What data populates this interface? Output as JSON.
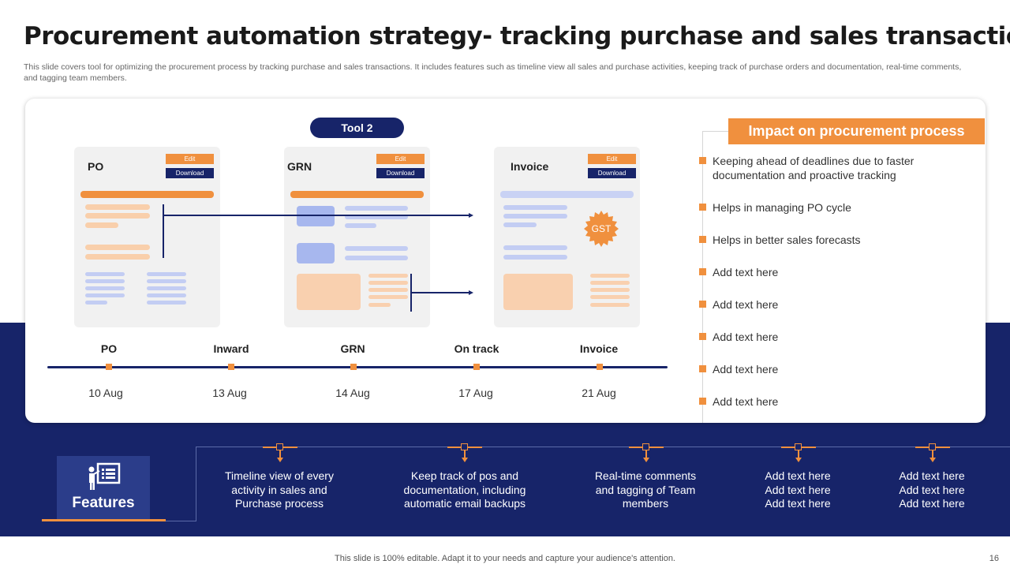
{
  "header": {
    "title": "Procurement automation strategy- tracking purchase and sales transactions",
    "subtitle": "This slide covers tool for optimizing the procurement process by tracking purchase and sales transactions. It includes features such as timeline view all sales and purchase activities, keeping track of purchase orders and documentation, real-time comments, and tagging team members."
  },
  "tool": {
    "label": "Tool 2"
  },
  "documents": [
    {
      "title": "PO",
      "edit_label": "Edit",
      "download_label": "Download"
    },
    {
      "title": "GRN",
      "edit_label": "Edit",
      "download_label": "Download"
    },
    {
      "title": "Invoice",
      "edit_label": "Edit",
      "download_label": "Download",
      "stamp": "GST"
    }
  ],
  "timeline": [
    {
      "label": "PO",
      "date": "10 Aug"
    },
    {
      "label": "Inward",
      "date": "13 Aug"
    },
    {
      "label": "GRN",
      "date": "14 Aug"
    },
    {
      "label": "On track",
      "date": "17 Aug"
    },
    {
      "label": "Invoice",
      "date": "21 Aug"
    }
  ],
  "impact": {
    "heading": "Impact on procurement process",
    "items": [
      "Keeping ahead of deadlines due to faster documentation and proactive tracking",
      "Helps in managing PO cycle",
      "Helps in better sales forecasts",
      "Add text here",
      "Add text here",
      "Add text here",
      "Add text here",
      "Add text here"
    ]
  },
  "features": {
    "label": "Features",
    "items": [
      "Timeline view of every activity in sales and Purchase process",
      "Keep track of pos and documentation, including automatic email backups",
      "Real-time comments and tagging of Team members",
      "Add text here Add text here Add text here",
      "Add text here Add text here Add text here"
    ]
  },
  "footer": {
    "note": "This slide is 100% editable. Adapt it to your needs and capture your audience's attention.",
    "page": "16"
  },
  "colors": {
    "accent": "#f0903e",
    "navy": "#172469"
  },
  "icons": [
    "presenter-board-icon",
    "gst-stamp-icon"
  ]
}
